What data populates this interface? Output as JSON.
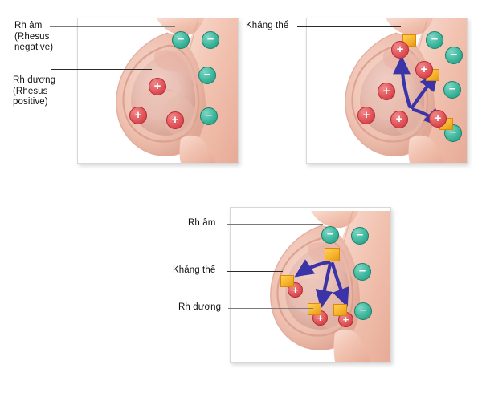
{
  "figure": {
    "title": "Rh incompatibility in pregnancy",
    "language": "Vietnamese",
    "background_color": "#ffffff",
    "panel_count": 3
  },
  "colors": {
    "rh_negative_cell": "#3cb79d",
    "rh_positive_cell": "#e2545a",
    "antibody_square": "#f6b12c",
    "arrow": "#3a34a8",
    "leader_line": "#7a7a7a",
    "skin": "#f3c5b4",
    "panel_border": "#d8d8d8",
    "label_text": "#111111"
  },
  "glyphs": {
    "negative_sign": "–",
    "positive_sign": "+"
  },
  "panels": [
    {
      "id": "panel-1",
      "name": "initial-state",
      "labels": [
        {
          "name": "rh-negative-label",
          "lines": [
            "Rh âm",
            "(Rhesus",
            "negative)"
          ],
          "text": "Rh âm\n(Rhesus\nnegative)",
          "points_to": "maternal-rh-negative-cell"
        },
        {
          "name": "rh-positive-label",
          "lines": [
            "Rh dương",
            "(Rhesus",
            "positive)"
          ],
          "text": "Rh dương\n(Rhesus\npositive)",
          "points_to": "fetal-rh-positive-cell"
        }
      ],
      "rh_negative_cells": 4,
      "rh_positive_cells": 3,
      "antibody_squares": 0,
      "arrows": 0
    },
    {
      "id": "panel-2",
      "name": "fetal-cells-enter-maternal-blood",
      "labels": [
        {
          "name": "antibody-label",
          "lines": [
            "Kháng thể"
          ],
          "text": "Kháng thể",
          "points_to": "antibody-bound-cell"
        }
      ],
      "rh_negative_cells": 4,
      "rh_positive_cells_inside_uterus": 3,
      "rh_positive_cells_in_maternal_blood": 3,
      "antibody_squares": 3,
      "arrows": 3,
      "arrow_direction": "outward"
    },
    {
      "id": "panel-3",
      "name": "antibodies-attack-fetal-cells",
      "labels": [
        {
          "name": "rh-negative-label",
          "lines": [
            "Rh âm"
          ],
          "text": "Rh âm",
          "points_to": "maternal-rh-negative-cell"
        },
        {
          "name": "antibody-label",
          "lines": [
            "Kháng thể"
          ],
          "text": "Kháng thể",
          "points_to": "antibody-on-fetal-cell"
        },
        {
          "name": "rh-positive-label",
          "lines": [
            "Rh dương"
          ],
          "text": "Rh dương",
          "points_to": "fetal-rh-positive-cell"
        }
      ],
      "rh_negative_cells": 4,
      "rh_positive_cells": 3,
      "antibody_squares": 4,
      "arrows": 3,
      "arrow_direction": "inward"
    }
  ]
}
